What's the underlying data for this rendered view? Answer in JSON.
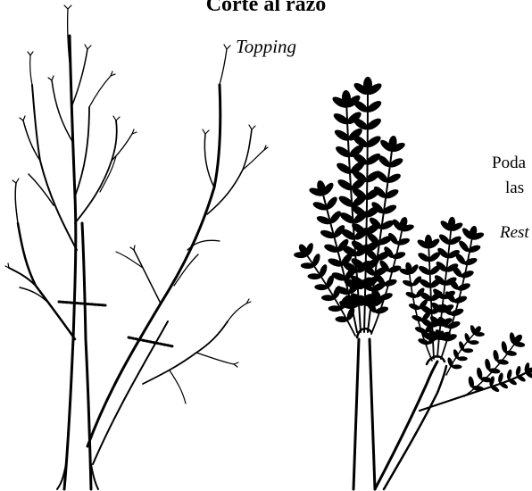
{
  "title": "Corte al razo",
  "subtitle": "Topping",
  "side_notes": {
    "line1": "Poda",
    "line2": "las",
    "line3": "Rest"
  },
  "panels": [
    {
      "name": "before-topping",
      "illustration": "bare-tree-with-cut-marks-icon"
    },
    {
      "name": "after-topping",
      "illustration": "tree-with-leafy-sprouts-icon"
    }
  ]
}
